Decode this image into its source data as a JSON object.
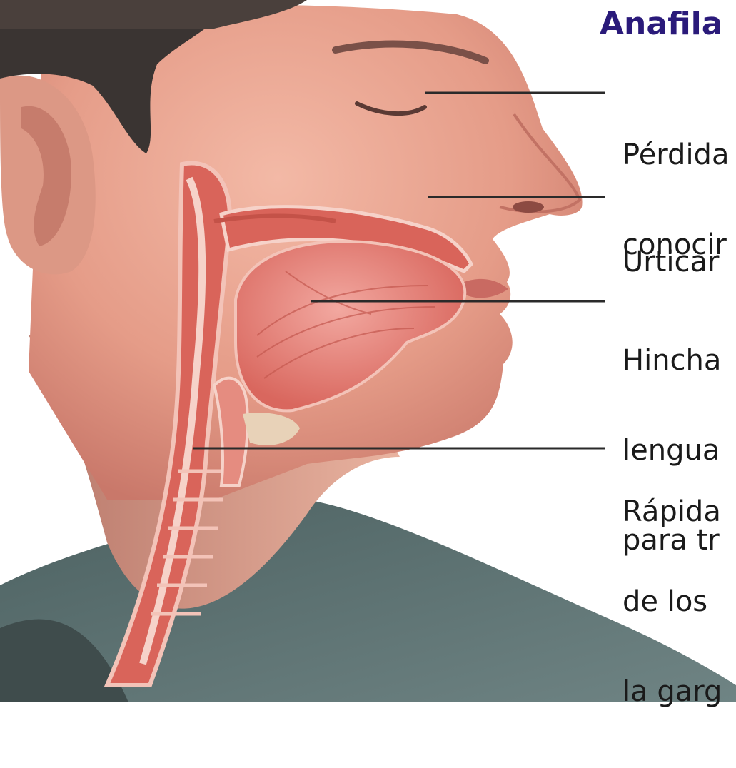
{
  "title": "Anafila",
  "labels": [
    {
      "lines": [
        "Pérdida",
        "conocir"
      ]
    },
    {
      "lines": [
        "Urticar"
      ]
    },
    {
      "lines": [
        "Hincha",
        "lengua",
        "para tr"
      ]
    },
    {
      "lines": [
        "Rápida",
        "de los",
        "la garg"
      ]
    }
  ],
  "colors": {
    "title": "#2a1a7a",
    "skin": "#e8a08a",
    "tissue": "#d9645a",
    "shirt": "#5e7272",
    "hair": "#3a3432",
    "leader_line": "#2a2a2a"
  }
}
